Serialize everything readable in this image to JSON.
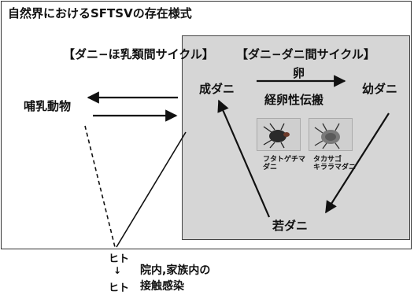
{
  "title": "自然界におけるSFTSVの存在様式",
  "sections": {
    "mammal_cycle": "【ダニ−ほ乳類間サイクル】",
    "tick_cycle": "【ダニ−ダニ間サイクル】"
  },
  "labels": {
    "mammal": "哺乳動物",
    "adult_tick": "成ダニ",
    "larva": "幼ダニ",
    "nymph": "若ダニ",
    "egg": "卵",
    "transovarial": "経卵性伝搬",
    "human_top": "ヒト",
    "human_arrow": "↓",
    "human_bottom": "ヒト",
    "infection_note": "院内,家族内の\n接触感染"
  },
  "photos": [
    {
      "caption": "フタトゲチマ\nダニ"
    },
    {
      "caption": "タカサゴ\nキララマダニ"
    }
  ]
}
